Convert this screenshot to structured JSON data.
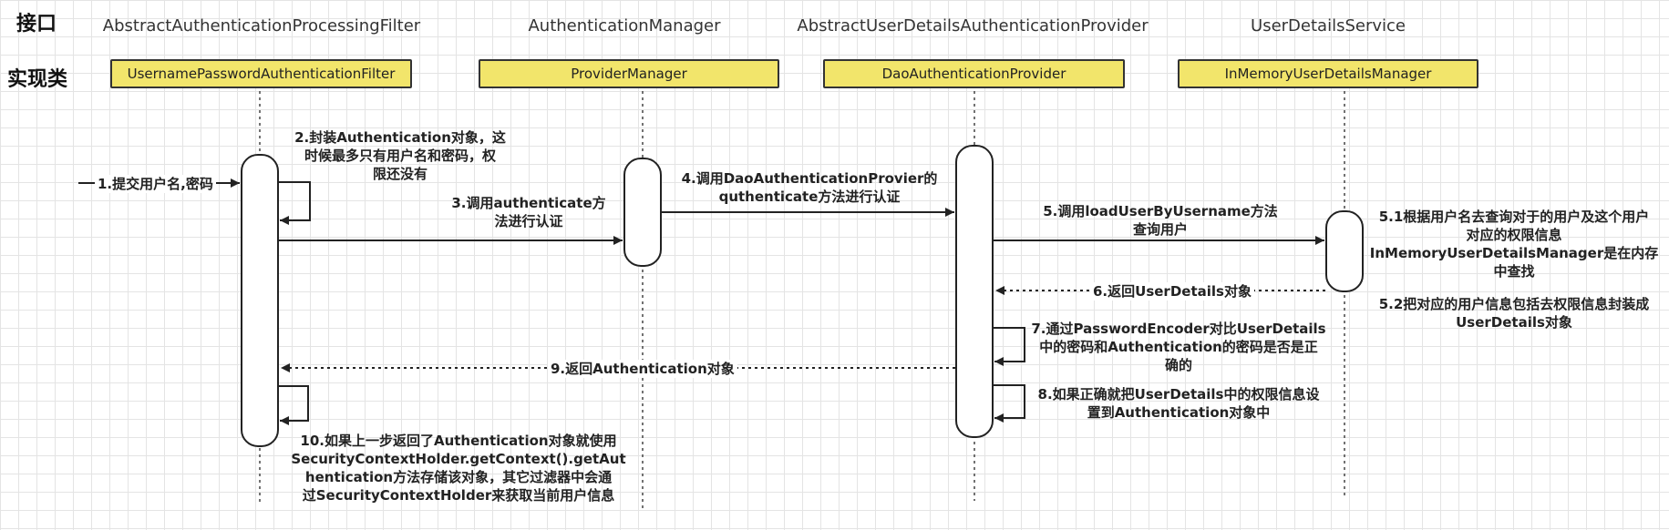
{
  "rows": {
    "interface_label": "接口",
    "impl_label": "实现类"
  },
  "participants": [
    {
      "interface": "AbstractAuthenticationProcessingFilter",
      "impl": "UsernamePasswordAuthenticationFilter"
    },
    {
      "interface": "AuthenticationManager",
      "impl": "ProviderManager"
    },
    {
      "interface": "AbstractUserDetailsAuthenticationProvider",
      "impl": "DaoAuthenticationProvider"
    },
    {
      "interface": "UserDetailsService",
      "impl": "InMemoryUserDetailsManager"
    }
  ],
  "messages": {
    "m1": "1.提交用户名,密码",
    "m2": "2.封装Authentication对象，这\n时候最多只有用户名和密码，权\n限还没有",
    "m3": "3.调用authenticate方\n法进行认证",
    "m4": "4.调用DaoAuthenticationProvier的\nquthenticate方法进行认证",
    "m5": "5.调用loadUserByUsername方法\n查询用户",
    "m51": "5.1根据用户名去查询对于的用户及这个用户\n对应的权限信息\nInMemoryUserDetailsManager是在内存\n中查找",
    "m52": "5.2把对应的用户信息包括去权限信息封装成\nUserDetails对象",
    "m6": "6.返回UserDetails对象",
    "m7": "7.通过PasswordEncoder对比UserDetails\n中的密码和Authentication的密码是否是正\n确的",
    "m8": "8.如果正确就把UserDetails中的权限信息设\n置到Authentication对象中",
    "m9": "9.返回Authentication对象",
    "m10": "10.如果上一步返回了Authentication对象就使用\nSecurityContextHolder.getContext().getAut\nhentication方法存储该对象，其它过滤器中会通\n过SecurityContextHolder来获取当前用户信息"
  }
}
